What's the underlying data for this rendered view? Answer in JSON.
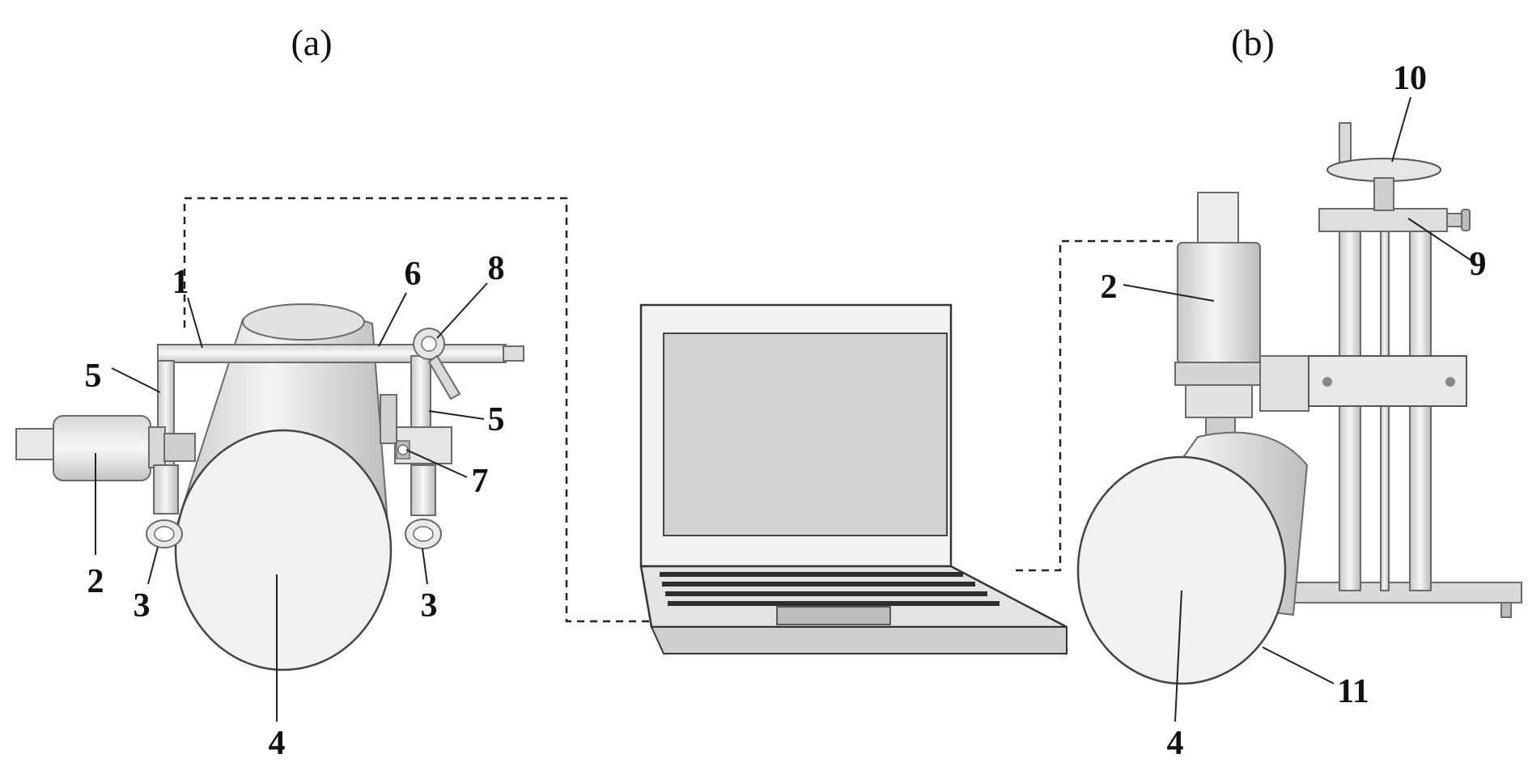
{
  "panels": {
    "a": "(a)",
    "b": "(b)"
  },
  "labels": {
    "a1": "1",
    "a2": "2",
    "a3_left": "3",
    "a3_right": "3",
    "a4": "4",
    "a5_left": "5",
    "a5_right": "5",
    "a6": "6",
    "a7": "7",
    "a8": "8",
    "b2": "2",
    "b4": "4",
    "b9": "9",
    "b10": "10",
    "b11": "11"
  },
  "colors": {
    "line": "#222222",
    "part_fill": "#e9e9e9",
    "screen": "#d2d2d2"
  }
}
